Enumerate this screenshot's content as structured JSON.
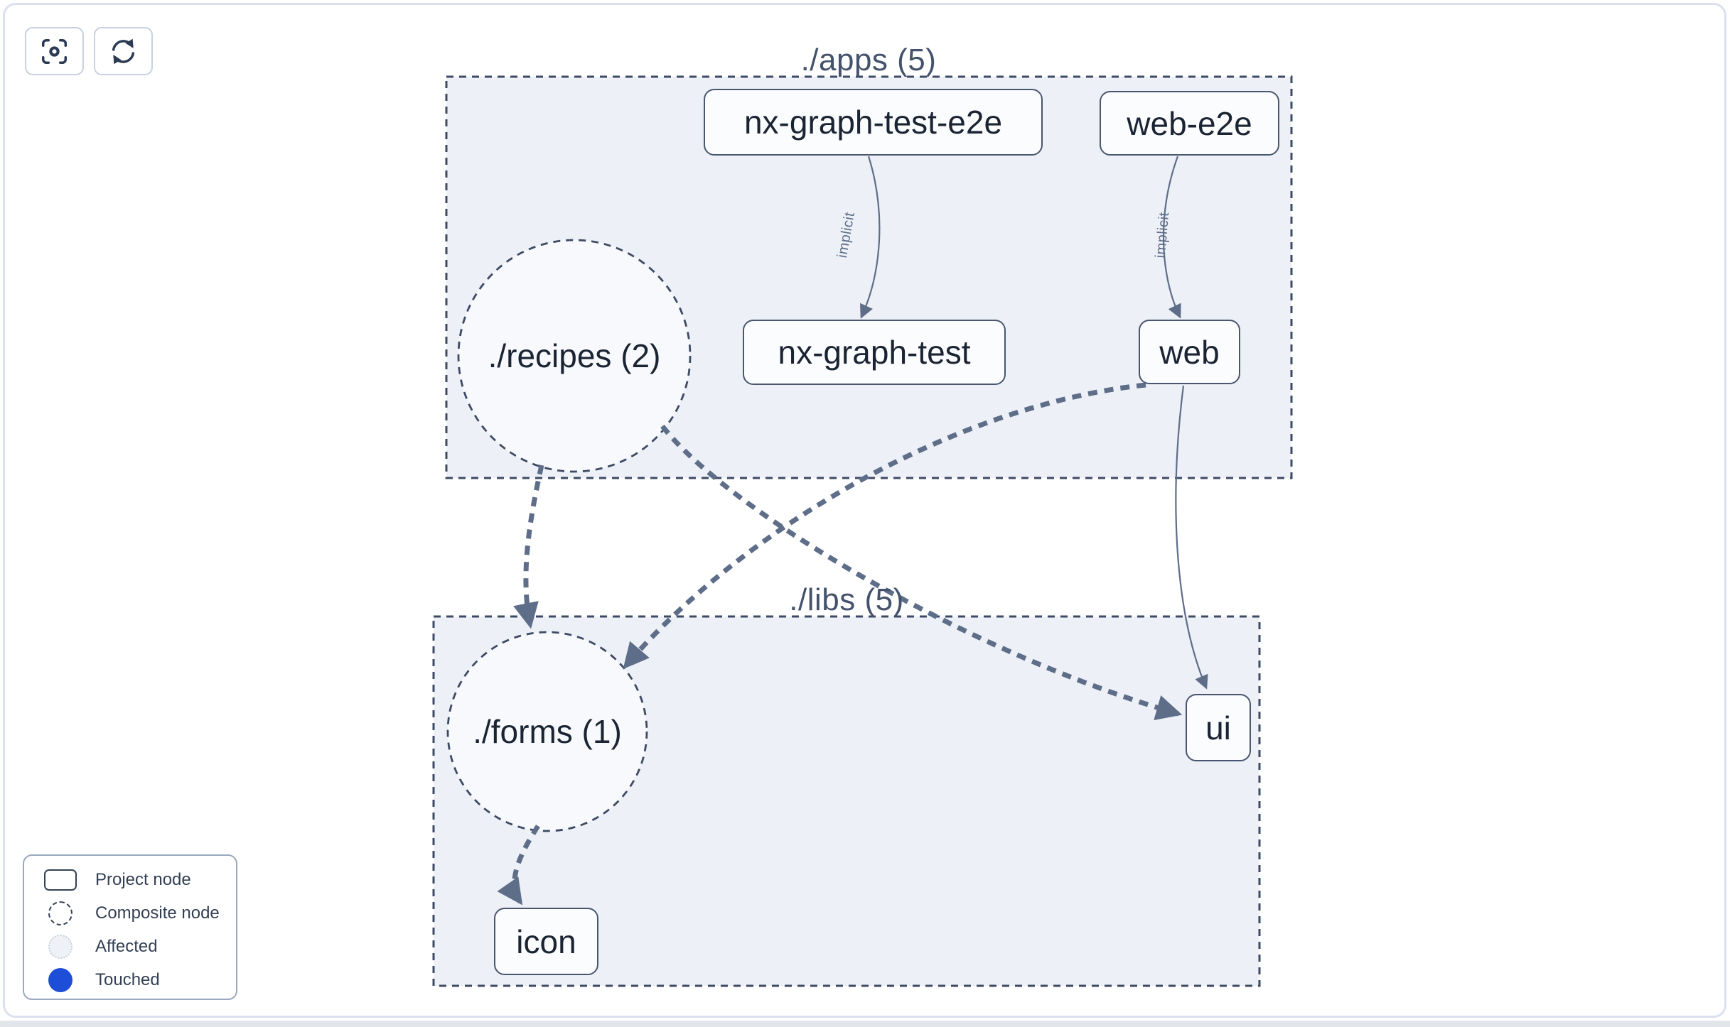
{
  "toolbar": {
    "focus_button": {
      "icon": "focus-icon",
      "title": "Focus graph"
    },
    "refresh_button": {
      "icon": "refresh-icon",
      "title": "Refresh graph"
    }
  },
  "groups": {
    "apps": {
      "label": "./apps (5)"
    },
    "libs": {
      "label": "./libs (5)"
    }
  },
  "nodes": {
    "nx_graph_test_e2e": {
      "label": "nx-graph-test-e2e",
      "type": "project",
      "group": "./apps"
    },
    "web_e2e": {
      "label": "web-e2e",
      "type": "project",
      "group": "./apps"
    },
    "nx_graph_test": {
      "label": "nx-graph-test",
      "type": "project",
      "group": "./apps"
    },
    "web": {
      "label": "web",
      "type": "project",
      "group": "./apps"
    },
    "recipes": {
      "label": "./recipes (2)",
      "type": "composite",
      "group": "./apps"
    },
    "forms": {
      "label": "./forms (1)",
      "type": "composite",
      "group": "./libs"
    },
    "ui": {
      "label": "ui",
      "type": "project",
      "group": "./libs"
    },
    "icon": {
      "label": "icon",
      "type": "project",
      "group": "./libs"
    }
  },
  "edges": [
    {
      "from": "nx-graph-test-e2e",
      "to": "nx-graph-test",
      "label": "implicit",
      "style": "solid"
    },
    {
      "from": "web-e2e",
      "to": "web",
      "label": "implicit",
      "style": "solid"
    },
    {
      "from": "./recipes (2)",
      "to": "./forms (1)",
      "label": "",
      "style": "dashed"
    },
    {
      "from": "./recipes (2)",
      "to": "ui",
      "label": "",
      "style": "dashed"
    },
    {
      "from": "web",
      "to": "./forms (1)",
      "label": "",
      "style": "dashed"
    },
    {
      "from": "web",
      "to": "ui",
      "label": "",
      "style": "solid"
    },
    {
      "from": "./forms (1)",
      "to": "icon",
      "label": "",
      "style": "dashed"
    }
  ],
  "legend": {
    "items": [
      {
        "label": "Project node",
        "swatch": "project-node"
      },
      {
        "label": "Composite node",
        "swatch": "composite-node"
      },
      {
        "label": "Affected",
        "swatch": "affected",
        "color": "#eef2f6"
      },
      {
        "label": "Touched",
        "swatch": "touched",
        "color": "#1d4ed8"
      }
    ]
  },
  "colors": {
    "touched_blue": "#1d4ed8",
    "group_fill": "#edf1f7",
    "edge_color": "#5e6d88",
    "dashed_border": "#3e4a63",
    "node_text": "#1b2433"
  }
}
